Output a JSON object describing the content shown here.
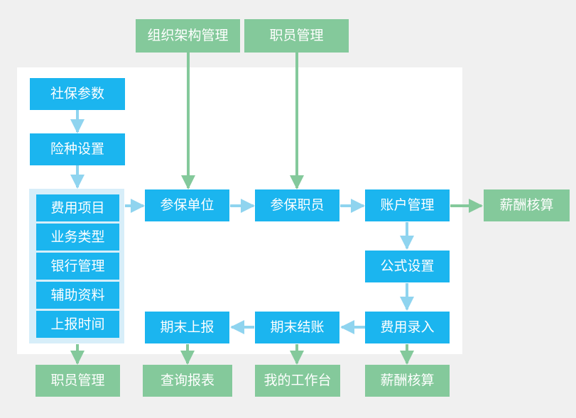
{
  "top_boxes": {
    "org_structure": "组织架构管理",
    "staff_mgmt_top": "职员管理"
  },
  "left_column": {
    "social_params": "社保参数",
    "insurance_type_settings": "险种设置",
    "group_items": [
      "费用项目",
      "业务类型",
      "银行管理",
      "辅助资料",
      "上报时间"
    ]
  },
  "main_flow": {
    "insured_unit": "参保单位",
    "insured_staff": "参保职员",
    "account_mgmt": "账户管理",
    "formula_settings": "公式设置",
    "fee_entry": "费用录入",
    "period_close": "期末结账",
    "period_report": "期末上报"
  },
  "outputs": {
    "salary_calc_right": "薪酬核算",
    "staff_mgmt_bottom": "职员管理",
    "query_reports": "查询报表",
    "my_workbench": "我的工作台",
    "salary_calc_bottom": "薪酬核算"
  },
  "colors": {
    "module_blue": "#1bb5ef",
    "external_green": "#84c99b",
    "arrow_blue": "#8fd4ef",
    "arrow_green": "#84c99b",
    "panel_bg": "#ffffff",
    "page_bg": "#f0f0f0",
    "group_bg": "#d7eef9"
  }
}
